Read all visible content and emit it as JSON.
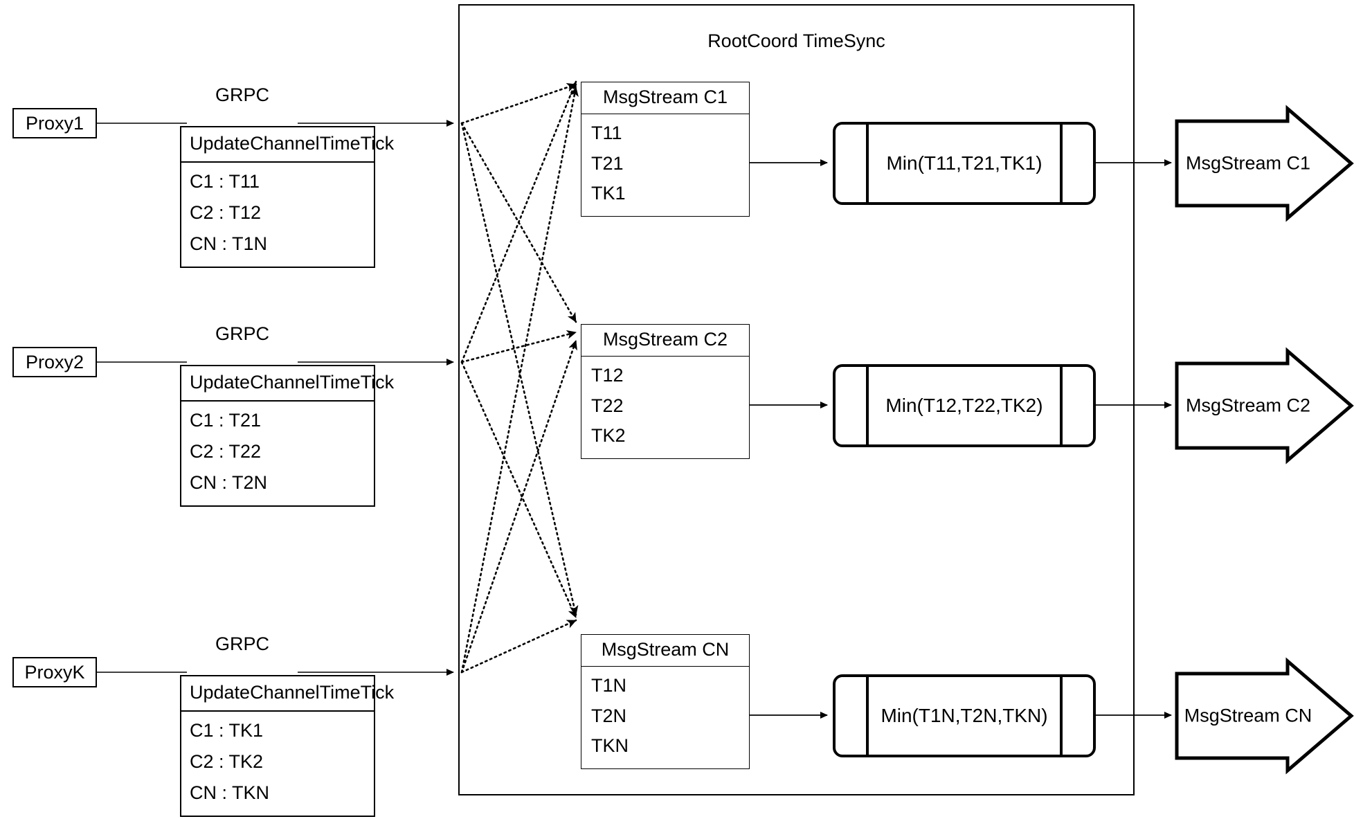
{
  "diagram": {
    "title": "RootCoord TimeSync",
    "container_label": "RootCoord TimeSync",
    "link_protocol_label": "GRPC",
    "rpc_method": "UpdateChannelTimeTick"
  },
  "proxies": [
    {
      "name": "Proxy1",
      "protocol": "GRPC",
      "rpc": "UpdateChannelTimeTick",
      "rows": [
        "C1 :  T11",
        "C2 :  T12",
        "CN : T1N"
      ]
    },
    {
      "name": "Proxy2",
      "protocol": "GRPC",
      "rpc": "UpdateChannelTimeTick",
      "rows": [
        "C1 :  T21",
        "C2 :  T22",
        "CN : T2N"
      ]
    },
    {
      "name": "ProxyK",
      "protocol": "GRPC",
      "rpc": "UpdateChannelTimeTick",
      "rows": [
        "C1 :  TK1",
        "C2 :  TK2",
        "CN : TKN"
      ]
    }
  ],
  "msgstreams": [
    {
      "header": "MsgStream C1",
      "rows": [
        "T11",
        "T21",
        "TK1"
      ]
    },
    {
      "header": "MsgStream C2",
      "rows": [
        "T12",
        "T22",
        "TK2"
      ]
    },
    {
      "header": "MsgStream CN",
      "rows": [
        "T1N",
        "T2N",
        "TKN"
      ]
    }
  ],
  "processors": [
    {
      "label": "Min(T11,T21,TK1)"
    },
    {
      "label": "Min(T12,T22,TK2)"
    },
    {
      "label": "Min(T1N,T2N,TKN)"
    }
  ],
  "outputs": [
    {
      "label": "MsgStream C1"
    },
    {
      "label": "MsgStream C2"
    },
    {
      "label": "MsgStream CN"
    }
  ],
  "colors": {
    "stroke": "#000000",
    "background": "#ffffff"
  }
}
